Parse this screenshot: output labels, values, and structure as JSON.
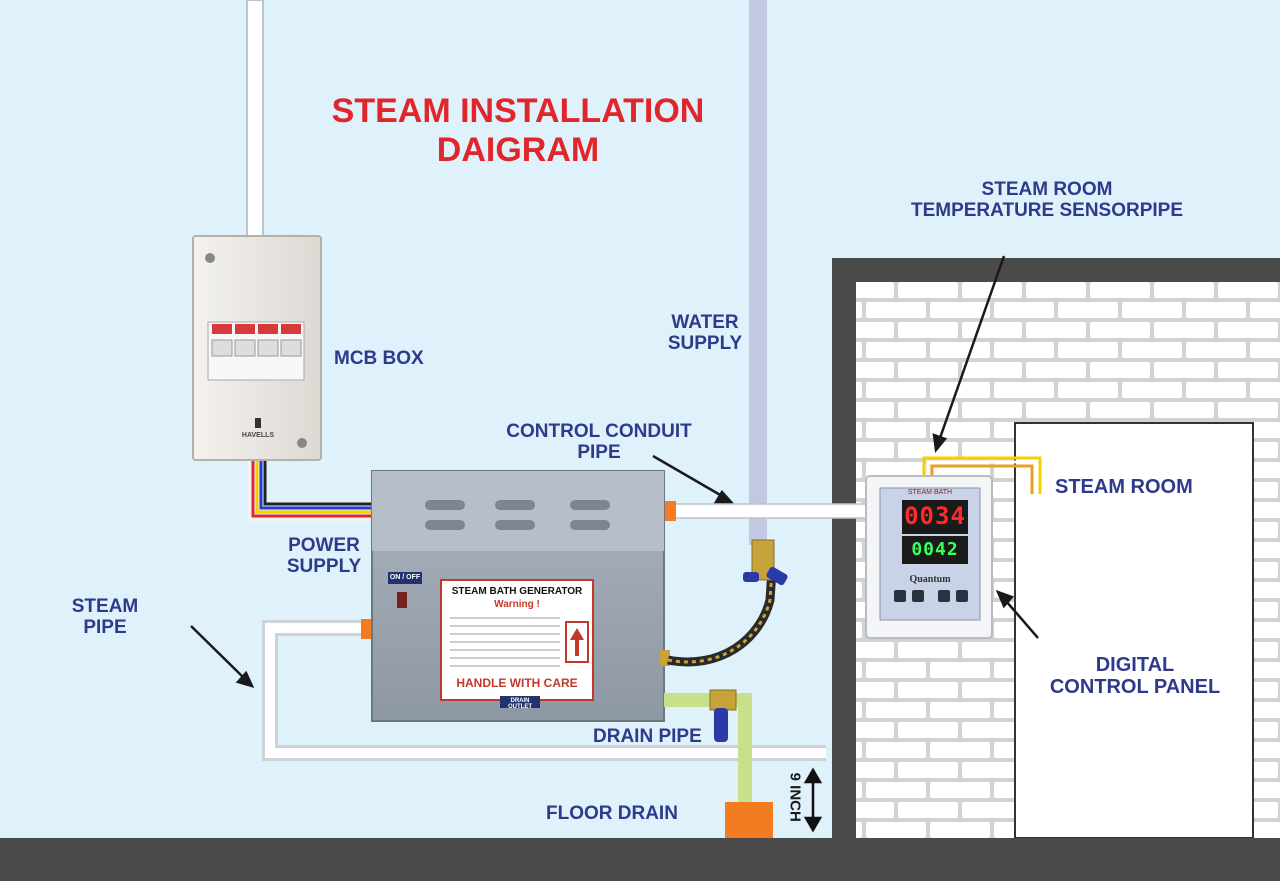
{
  "title": {
    "line1": "STEAM INSTALLATION",
    "line2": "DAIGRAM"
  },
  "labels": {
    "mcb_box": "MCB BOX",
    "water_supply_1": "WATER",
    "water_supply_2": "SUPPLY",
    "control_conduit_1": "CONTROL CONDUIT",
    "control_conduit_2": "PIPE",
    "power_supply_1": "POWER",
    "power_supply_2": "SUPPLY",
    "steam_pipe_1": "STEAM",
    "steam_pipe_2": "PIPE",
    "drain_pipe": "DRAIN PIPE",
    "floor_drain": "FLOOR DRAIN",
    "nine_inch": "9 INCH",
    "sensor_1": "STEAM ROOM",
    "sensor_2": "TEMPERATURE SENSORPIPE",
    "steam_room": "STEAM ROOM",
    "digital_panel_1": "DIGITAL",
    "digital_panel_2": "CONTROL PANEL"
  },
  "mcb": {
    "brand": "HAVELLS",
    "breaker_count": 4
  },
  "generator": {
    "switch_label": "ON / OFF",
    "plate_title": "STEAM BATH GENERATOR",
    "warning": "Warning !",
    "handle": "HANDLE WITH CARE",
    "drain_outlet": "DRAIN OUTLET"
  },
  "control_panel": {
    "header": "STEAM BATH",
    "display_top": "0034",
    "display_bottom": "0042",
    "brand": "Quantum"
  },
  "colors": {
    "title_red": "#e0262b",
    "label_blue": "#2e3a8c",
    "wall_bg": "#dff1fa",
    "floor": "#4a4a4a",
    "orange": "#f37b20",
    "drain_green": "#c9e08a",
    "led_red": "#ff2a2a",
    "led_green": "#39ff5a"
  }
}
